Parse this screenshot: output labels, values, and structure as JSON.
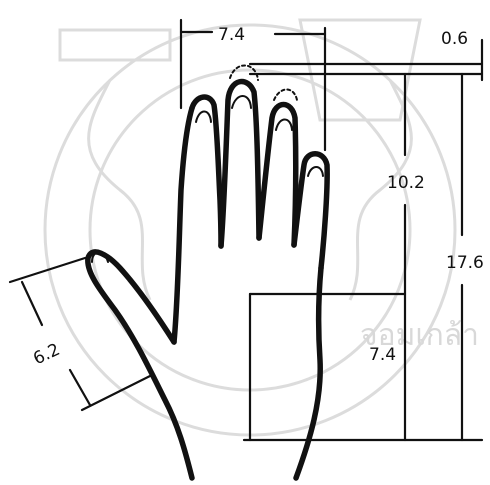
{
  "dimensions": {
    "finger_span": "7.4",
    "tip_offset": "0.6",
    "finger_length": "10.2",
    "hand_length": "17.6",
    "palm_length": "7.4",
    "thumb_length": "6.2"
  },
  "watermark": {
    "text": "จอมเกล้า"
  },
  "colors": {
    "ink": "#111111",
    "watermark": "#dcdcdc"
  }
}
